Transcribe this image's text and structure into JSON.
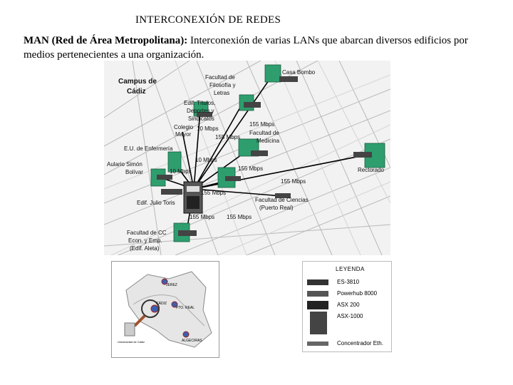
{
  "heading": {
    "title": "INTERCONEXIÓN DE REDES",
    "term": "MAN (Red de Área Metropolitana):",
    "definition": " Interconexión de varias LANs que abarcan diversos edificios por medios pertenecientes a una organización."
  },
  "map": {
    "campus_title_line1": "Campus de",
    "campus_title_line2": "Cádiz",
    "labels": {
      "cfs1": "Facultad de",
      "cfs2": "Filosofía y",
      "cfs3": "Letras",
      "bonbon": "Casa Bombo",
      "edif1": "Edif. Títulos,",
      "edif2": "Deportes y",
      "edif3": "Sindicatos",
      "colegio1": "Colegio",
      "colegio2": "Mayor",
      "med1": "Facultad de",
      "med2": "Medicina",
      "enfermeria": "E.U. de Enfermería",
      "aulario1": "Aulario Simón",
      "aulario2": "Bolívar",
      "rectorado": "Rectorado",
      "juliotoris": "Edif. Julio Toris",
      "ciencias1": "Facultad de Ciencias",
      "ciencias2": "(Puerto Real)",
      "cc1": "Facultad de CC",
      "cc2": "Econ. y Emp.",
      "cc3": "(Edif. Aleta)"
    },
    "speeds": {
      "s1": "10 Mbps",
      "s2": "155 Mbps",
      "s3": "155 Mbps",
      "s4": "10 Mbps",
      "s5": "155 Mbps",
      "s6": "10 Mbps",
      "s7": "155 Mbps",
      "s8": "155 Mbps",
      "s9": "155 Mbps",
      "s10": "155 Mbps"
    }
  },
  "inset_map": {
    "places": [
      "CÁDIZ",
      "PTO. REAL",
      "JEREZ",
      "ALGECIRAS"
    ],
    "caption": "Universidad de Cádiz"
  },
  "legend": {
    "title": "LEYENDA",
    "items": [
      "ES-3810",
      "Powerhub 8000",
      "ASX 200",
      "ASX-1000",
      "Concentrador Eth."
    ]
  }
}
